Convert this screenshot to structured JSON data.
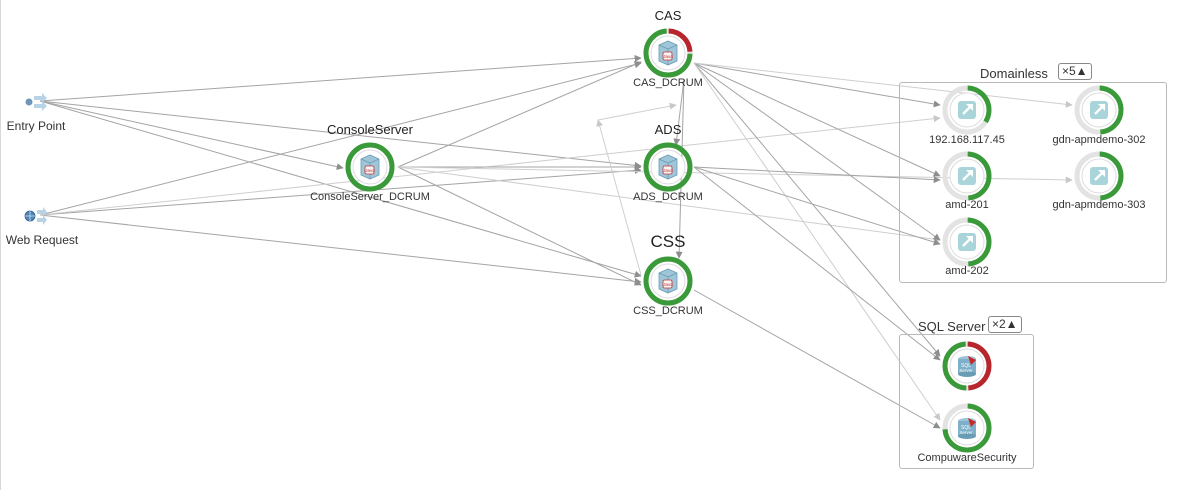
{
  "colors": {
    "healthy": "#3a9a3a",
    "error": "#b8262d",
    "neutral_ring": "#e3e3e3",
    "edge": "#a4a4a4",
    "edge_faint": "#cfcfcf"
  },
  "entry_points": [
    {
      "label": "Entry Point",
      "icon": "entry-point-icon"
    },
    {
      "label": "Web Request",
      "icon": "globe-icon"
    }
  ],
  "tiers": {
    "cas": {
      "label": "CAS"
    },
    "console": {
      "label": "ConsoleServer"
    },
    "ads": {
      "label": "ADS"
    },
    "css": {
      "label": "CSS"
    }
  },
  "groups": {
    "domainless": {
      "label": "Domainless",
      "count": "×5▲"
    },
    "sql": {
      "label": "SQL Server",
      "count": "×2▲"
    }
  },
  "nodes": {
    "cas_dcrum": {
      "label": "CAS_DCRUM",
      "icon": "java-cup-icon",
      "health": {
        "ok": 0.75,
        "error": 0.25
      }
    },
    "console_dcrum": {
      "label": "ConsoleServer_DCRUM",
      "icon": "java-cup-icon",
      "health": {
        "ok": 1.0,
        "error": 0
      }
    },
    "ads_dcrum": {
      "label": "ADS_DCRUM",
      "icon": "java-cup-icon",
      "health": {
        "ok": 1.0,
        "error": 0
      }
    },
    "css_dcrum": {
      "label": "CSS_DCRUM",
      "icon": "java-cup-icon",
      "health": {
        "ok": 1.0,
        "error": 0
      }
    },
    "ip_192": {
      "label": "192.168.117.45",
      "icon": "external-link-icon",
      "health": {
        "ok": 0.35,
        "error": 0
      }
    },
    "gdn_302": {
      "label": "gdn-apmdemo-302",
      "icon": "external-link-icon",
      "health": {
        "ok": 0.5,
        "error": 0
      }
    },
    "amd_201": {
      "label": "amd-201",
      "icon": "external-link-icon",
      "health": {
        "ok": 0.5,
        "error": 0
      }
    },
    "gdn_303": {
      "label": "gdn-apmdemo-303",
      "icon": "external-link-icon",
      "health": {
        "ok": 0.5,
        "error": 0
      }
    },
    "amd_202": {
      "label": "amd-202",
      "icon": "external-link-icon",
      "health": {
        "ok": 0.5,
        "error": 0
      }
    },
    "sql_1": {
      "label": "",
      "icon": "sql-server-icon",
      "health": {
        "ok": 0.5,
        "error": 0.5
      }
    },
    "compuware": {
      "label": "CompuwareSecurity",
      "icon": "sql-server-icon",
      "health": {
        "ok": 0.75,
        "error": 0
      }
    }
  }
}
